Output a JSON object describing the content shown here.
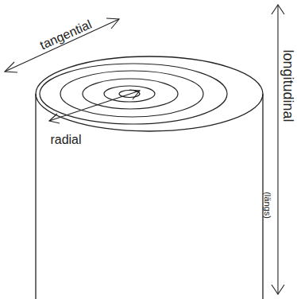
{
  "diagram": {
    "labels": [
      "tangential",
      "radial",
      "longitudinal",
      "(längs)"
    ]
  }
}
